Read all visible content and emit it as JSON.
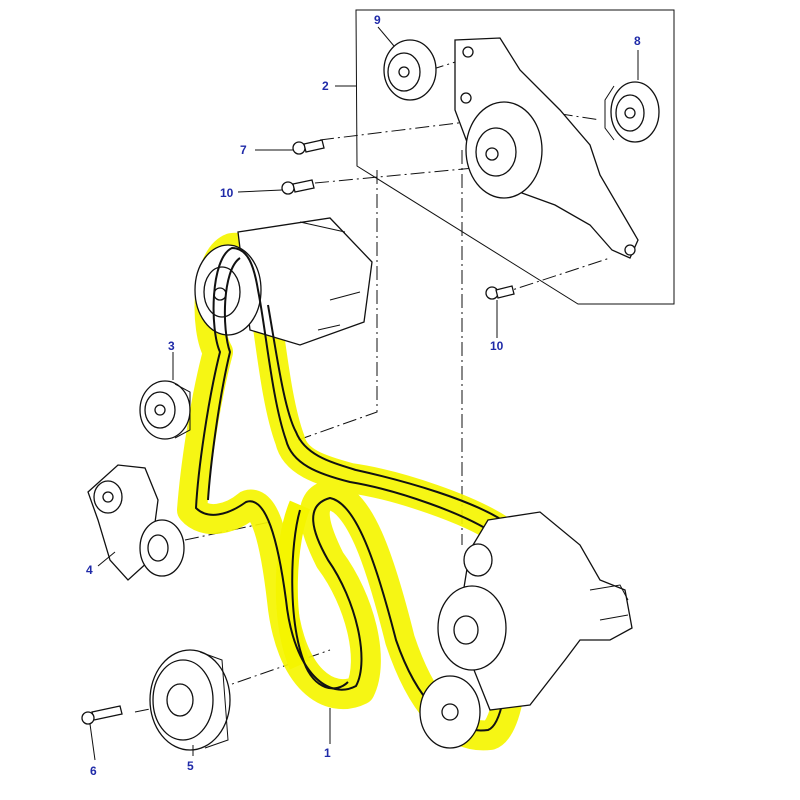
{
  "colors": {
    "callout_text": "#1f2aa8",
    "highlight": "#f5f500",
    "line": "#111111"
  },
  "callouts": {
    "c1": "1",
    "c2": "2",
    "c3": "3",
    "c4": "4",
    "c5": "5",
    "c6": "6",
    "c7": "7",
    "c8": "8",
    "c9": "9",
    "c10a": "10",
    "c10b": "10"
  }
}
